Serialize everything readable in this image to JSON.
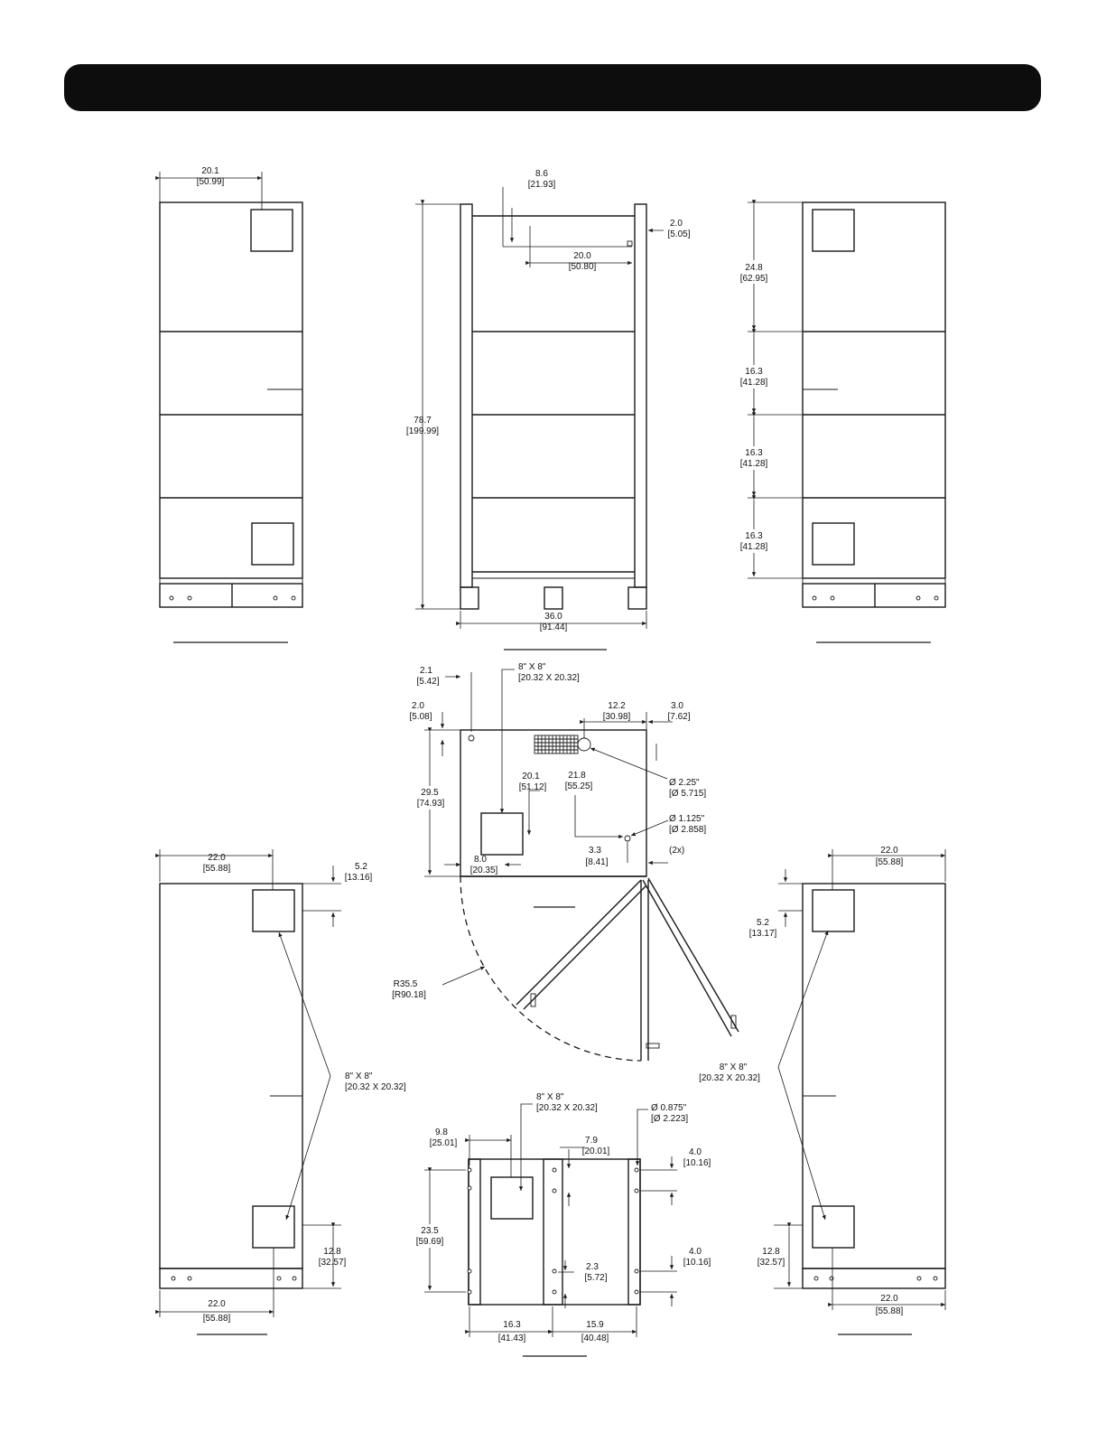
{
  "colors": {
    "header": "#0d0d0d",
    "line": "#1a1a1a",
    "background": "#ffffff"
  },
  "views": {
    "left": {
      "d1": "20.1",
      "d1m": "[50.99]"
    },
    "front": {
      "d1": "8.6",
      "d1m": "[21.93]",
      "d2": "2.0",
      "d2m": "[5.05]",
      "d3": "20.0",
      "d3m": "[50.80]",
      "d4": "78.7",
      "d4m": "[199.99]",
      "d5": "36.0",
      "d5m": "[91.44]"
    },
    "right": {
      "d1": "24.8",
      "d1m": "[62.95]",
      "d2": "16.3",
      "d2m": "[41.28]",
      "d3": "16.3",
      "d3m": "[41.28]",
      "d4": "16.3",
      "d4m": "[41.28]"
    },
    "top": {
      "a": "2.1",
      "am": "[5.42]",
      "b": "8\" X 8\"",
      "bm": "[20.32 X 20.32]",
      "c": "2.0",
      "cm": "[5.08]",
      "d": "12.2",
      "dm": "[30.98]",
      "e": "3.0",
      "em": "[7.62]",
      "f": "29.5",
      "fm": "[74.93]",
      "g": "20.1",
      "gm": "[51.12]",
      "h": "21.8",
      "hm": "[55.25]",
      "i": "Ø 2.25\"",
      "im": "[Ø 5.715]",
      "j": "Ø 1.125\"",
      "jm": "[Ø 2.858]",
      "k": "3.3",
      "km": "[8.41]",
      "l": "(2x)",
      "m": "8.0",
      "mm": "[20.35]",
      "r": "R35.5",
      "rm": "[R90.18]"
    },
    "bottom_left": {
      "a": "22.0",
      "am": "[55.88]",
      "b": "5.2",
      "bm": "[13.16]",
      "c": "8\" X 8\"",
      "cm": "[20.32 X 20.32]",
      "d": "12.8",
      "dm": "[32.57]",
      "e": "22.0",
      "em": "[55.88]"
    },
    "bottom_right": {
      "a": "22.0",
      "am": "[55.88]",
      "b": "5.2",
      "bm": "[13.17]",
      "c": "8\" X 8\"",
      "cm": "[20.32 X 20.32]",
      "d": "12.8",
      "dm": "[32.57]",
      "e": "22.0",
      "em": "[55.88]"
    },
    "base": {
      "a": "8\" X 8\"",
      "am": "[20.32 X 20.32]",
      "b": "Ø 0.875\"",
      "bm": "[Ø 2.223]",
      "c": "9.8",
      "cm": "[25.01]",
      "d": "7.9",
      "dm": "[20.01]",
      "e": "4.0",
      "em": "[10.16]",
      "f": "23.5",
      "fm": "[59.69]",
      "g": "4.0",
      "gm": "[10.16]",
      "h": "2.3",
      "hm": "[5.72]",
      "i": "16.3",
      "im": "[41.43]",
      "j": "15.9",
      "jm": "[40.48]"
    }
  }
}
